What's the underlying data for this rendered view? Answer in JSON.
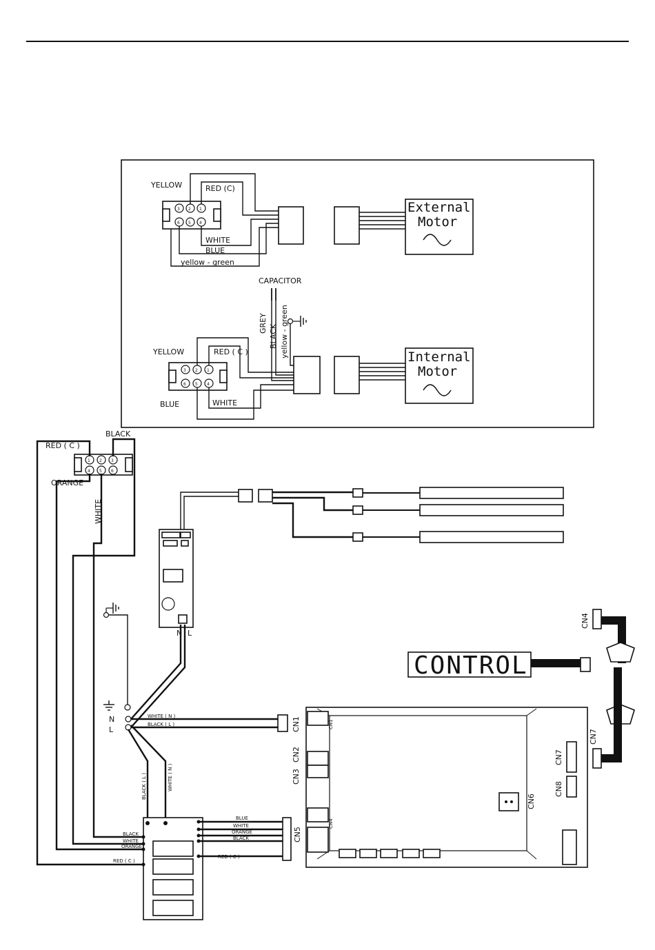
{
  "motors": {
    "external": {
      "yellow": "YELLOW",
      "red_c": "RED (C)",
      "white": "WHITE",
      "blue": "BLUE",
      "yellow_green": "yellow - green",
      "motor_line1": "External",
      "motor_line2": "Motor"
    },
    "internal": {
      "capacitor": "CAPACITOR",
      "grey": "GREY",
      "black": "BLACK",
      "yellow_green": "yellow - green",
      "yellow": "YELLOW",
      "red_c": "RED ( C )",
      "blue": "BLUE",
      "white": "WHITE",
      "motor_line1": "Internal",
      "motor_line2": "Motor"
    }
  },
  "main": {
    "terminal_block": {
      "red_c": "RED ( C )",
      "black": "BLACK",
      "orange": "ORANGE",
      "white": "WHITE"
    },
    "sensor_board": {
      "n": "N",
      "l": "L"
    },
    "power": {
      "n": "N",
      "l": "L",
      "white_n": "WHITE ( N )",
      "black_l": "BLACK ( L )",
      "black_l_vertical": "BLACK ( L )",
      "white_n_vertical": "WHITE ( N )"
    },
    "relay_wires": {
      "left": [
        "BLACK",
        "WHITE",
        "ORANGE",
        "RED ( C )"
      ],
      "right": [
        "BLUE",
        "WHITE",
        "ORANGE",
        "BLACK",
        "RED ( C )"
      ]
    },
    "control_label": "CONTROL",
    "connectors": {
      "cn1": "CN1",
      "cn2": "CN2",
      "cn3": "CN3",
      "cn4": "CN4",
      "cn5": "CN5",
      "cn6": "CN6",
      "cn7": "CN7",
      "cn8": "CN8",
      "cn4_side": "CN4",
      "cn7_side": "CN7"
    }
  }
}
